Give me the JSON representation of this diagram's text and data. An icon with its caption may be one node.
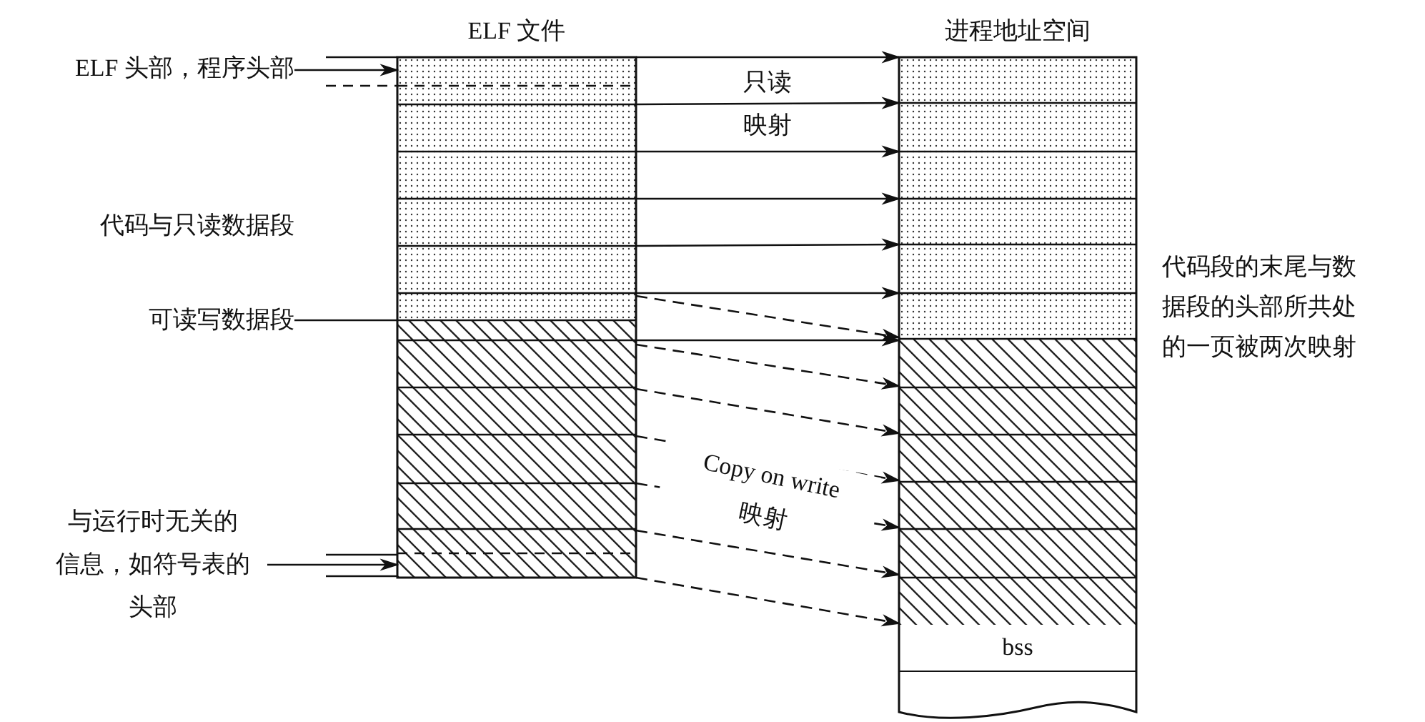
{
  "diagram": {
    "nodes": [
      {
        "text": [
          "ELF 文件"
        ]
      },
      {
        "text": [
          "进程地址空间"
        ]
      },
      {
        "text": [
          "ELF 头部，程序头部"
        ]
      },
      {
        "text": [
          "可读写数据段"
        ]
      },
      {
        "text": [
          "与运行时无关的信息，如符号表的头部"
        ]
      },
      {
        "text": [
          "bss"
        ],
        "in": 1
      }
    ],
    "edges": [
      {
        "from": 0,
        "to": 1,
        "arrow": "to"
      },
      {
        "from": 0,
        "to": 1,
        "arrow": "to"
      },
      {
        "from": 0,
        "to": 1,
        "arrow": "to"
      },
      {
        "from": 0,
        "to": 1,
        "arrow": "to"
      },
      {
        "from": 0,
        "to": 1,
        "arrow": "to"
      },
      {
        "from": 0,
        "to": 1,
        "arrow": "to"
      },
      {
        "from": 0,
        "to": 1,
        "arrow": "to"
      },
      {
        "from": 0,
        "to": 1,
        "arrow": "to",
        "style": "dashed"
      },
      {
        "from": 0,
        "to": 1,
        "arrow": "to",
        "style": "dashed"
      },
      {
        "from": 0,
        "to": 1,
        "arrow": "to",
        "style": "dashed"
      },
      {
        "from": 0,
        "to": 1,
        "arrow": "to",
        "style": "dashed"
      },
      {
        "from": 0,
        "to": 1,
        "arrow": "to",
        "style": "dashed"
      },
      {
        "from": 0,
        "to": 1,
        "arrow": "to",
        "style": "dashed"
      },
      {
        "from": 0,
        "to": 1,
        "arrow": "to",
        "style": "dashed"
      },
      {
        "from": 2,
        "to": 0,
        "arrow": "to"
      },
      {
        "from": 3,
        "to": 0,
        "arrow": "none"
      },
      {
        "from": 4,
        "to": 0,
        "arrow": "to"
      }
    ],
    "labels": [
      "只读映射",
      "代码与只读数据段",
      "Copy on write 映射",
      "代码段的末尾与数据段的头部所共处的一页被两次映射"
    ]
  }
}
